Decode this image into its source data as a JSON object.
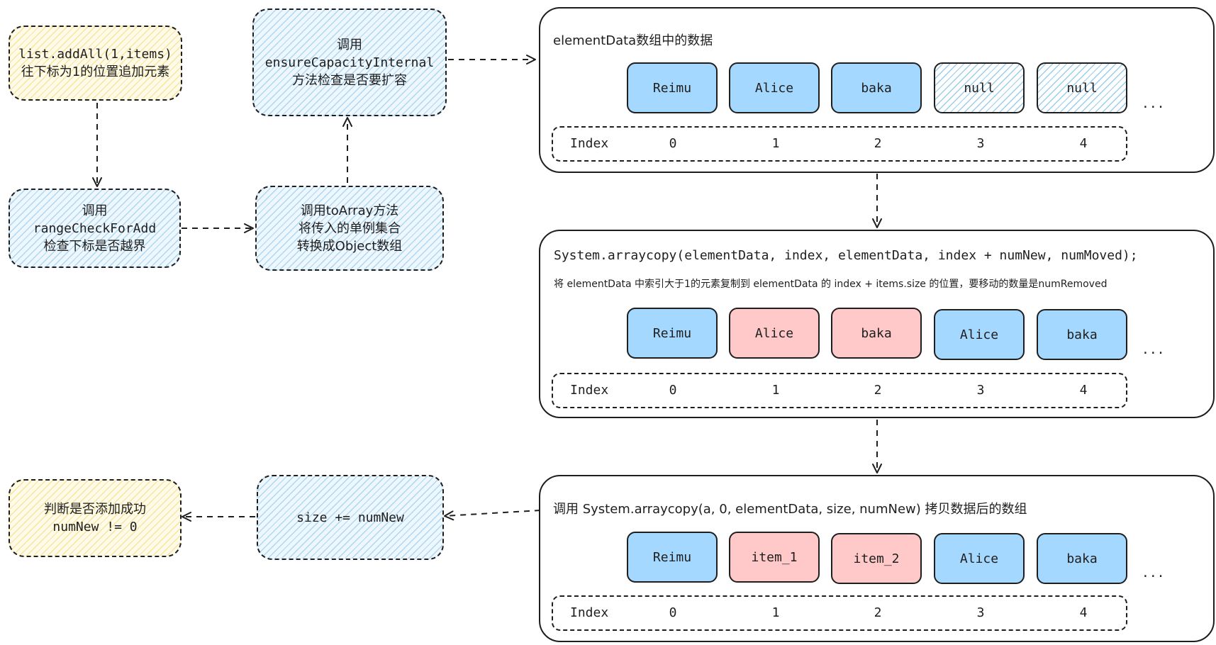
{
  "flow_boxes": {
    "add_all": {
      "line1": "list.addAll(1,items)",
      "line2": "往下标为1的位置追加元素"
    },
    "ensure_capacity": {
      "line1": "调用",
      "line2": "ensureCapacityInternal",
      "line3": "方法检查是否要扩容"
    },
    "range_check": {
      "line1": "调用",
      "line2": "rangeCheckForAdd",
      "line3": "检查下标是否越界"
    },
    "to_array": {
      "line1": "调用toArray方法",
      "line2": "将传入的单例集合",
      "line3": "转换成Object数组"
    },
    "size_increment": {
      "line1": "size += numNew"
    },
    "check_success": {
      "line1": "判断是否添加成功",
      "line2": "numNew != 0"
    }
  },
  "panels": {
    "initial": {
      "title": "elementData数组中的数据",
      "cells": [
        "Reimu",
        "Alice",
        "baka",
        "null",
        "null"
      ],
      "ellipsis": "...",
      "index_label": "Index",
      "indices": [
        "0",
        "1",
        "2",
        "3",
        "4"
      ]
    },
    "shifted": {
      "code": "System.arraycopy(elementData, index, elementData, index + numNew, numMoved);",
      "note": "将 elementData 中索引大于1的元素复制到 elementData 的 index + items.size 的位置，要移动的数量是numRemoved",
      "cells": [
        "Reimu",
        "Alice",
        "baka",
        "Alice",
        "baka"
      ],
      "ellipsis": "...",
      "index_label": "Index",
      "indices": [
        "0",
        "1",
        "2",
        "3",
        "4"
      ]
    },
    "copied": {
      "title": "调用 System.arraycopy(a, 0, elementData, size, numNew) 拷贝数据后的数组",
      "cells": [
        "Reimu",
        "item_1",
        "item_2",
        "Alice",
        "baka"
      ],
      "ellipsis": "...",
      "index_label": "Index",
      "indices": [
        "0",
        "1",
        "2",
        "3",
        "4"
      ]
    }
  },
  "colors": {
    "stroke": "#1e1e1e",
    "cell_blue": "#a5d8ff",
    "cell_pink": "#ffc9c9",
    "hatch_blue": "#a5d8ff",
    "hatch_yellow": "#ffec99"
  }
}
